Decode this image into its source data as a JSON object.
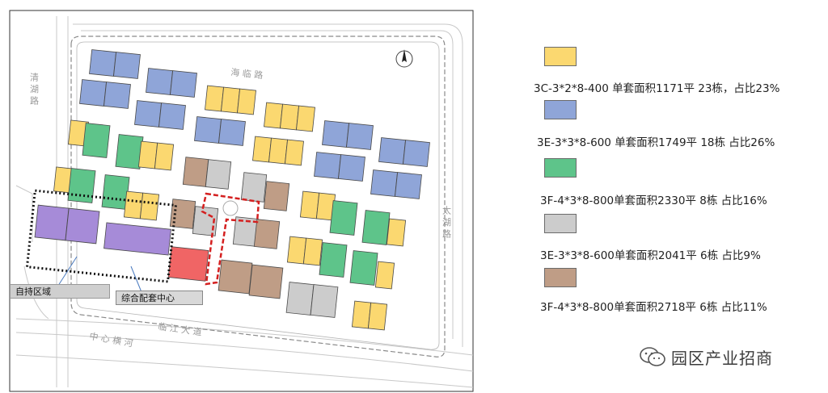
{
  "map": {
    "roads": {
      "north": "海 临 路",
      "west": "清 湖 路",
      "east": "太 湖 路",
      "south": "临 江 大 道",
      "canal": "中 心 横 河"
    }
  },
  "legend": [
    {
      "text": "3C-3*2*8-400 单套面积1171平 23栋，占比23%",
      "color": "#fbd870"
    },
    {
      "text": "3E-3*3*8-600 单套面积1749平 18栋 占比26%",
      "color": "#8fa5d8"
    },
    {
      "text": "3F-4*3*8-800单套面积2330平 8栋 占比16%",
      "color": "#5ec48a"
    },
    {
      "text": "3E-3*3*8-600单套面积2041平 6栋 占比9%",
      "color": "#cccccc"
    },
    {
      "text": "3F-4*3*8-800单套面积2718平 6栋 占比11%",
      "color": "#bf9d86"
    }
  ],
  "callouts": {
    "self_hold": "自持区域",
    "service_center": "综合配套中心"
  },
  "colors": {
    "purple": "#a68bd8",
    "red": "#f06565",
    "outline_red": "#d42020"
  },
  "watermark": {
    "text": "园区产业招商",
    "icon": "wechat-icon"
  }
}
